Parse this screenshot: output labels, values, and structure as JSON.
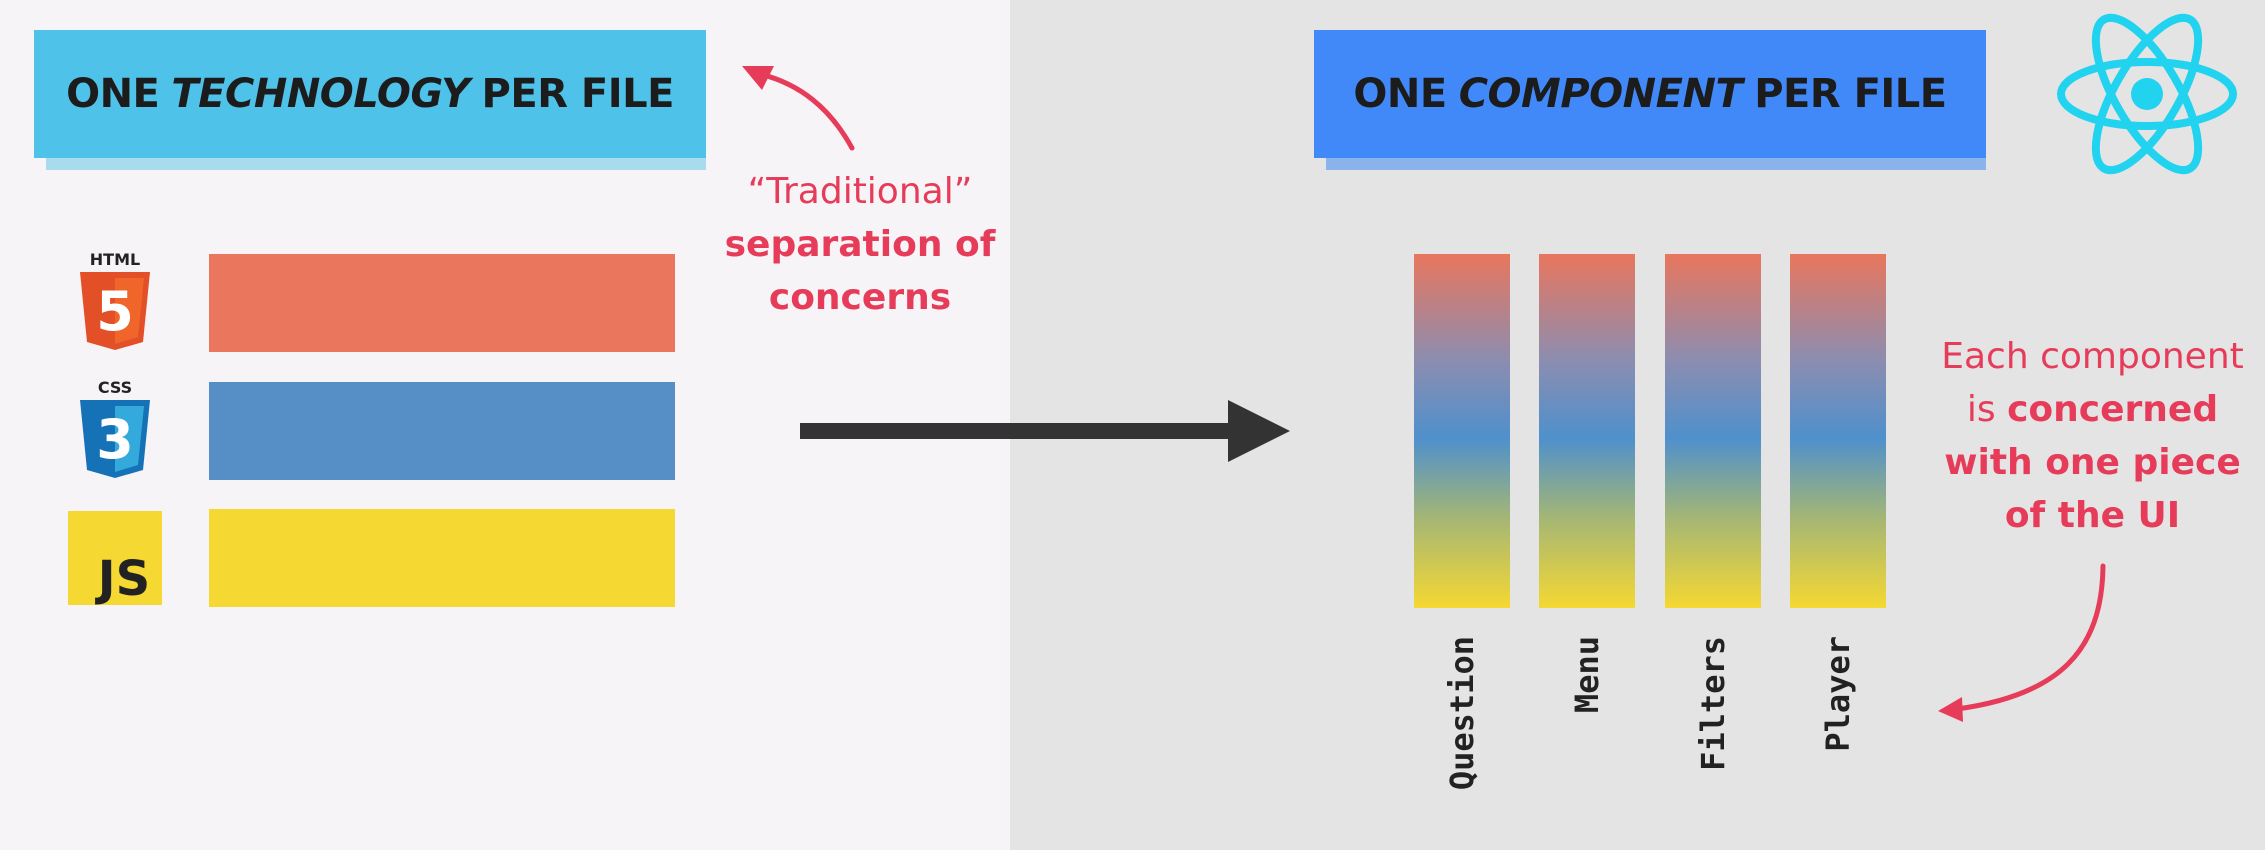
{
  "left": {
    "title_pre": "ONE",
    "title_em": "TECHNOLOGY",
    "title_post": "PER FILE",
    "icons": {
      "html_label": "HTML",
      "html_number": "5",
      "css_label": "CSS",
      "css_number": "3",
      "js_label": "JS"
    },
    "annotation_line1": "“Traditional”",
    "annotation_line2": "separation of",
    "annotation_line3": "concerns"
  },
  "right": {
    "title_pre": "ONE",
    "title_em": "COMPONENT",
    "title_post": "PER FILE",
    "components": [
      "Question",
      "Menu",
      "Filters",
      "Player"
    ],
    "annotation_plain1": "Each component",
    "annotation_plain2": "is",
    "annotation_bold1": "concerned",
    "annotation_bold2": "with one piece",
    "annotation_bold3": "of the UI"
  },
  "colors": {
    "html": "#e9765d",
    "css": "#558fc6",
    "js": "#f5d832",
    "annotation": "#e63c5a",
    "react": "#22d3f0"
  },
  "icon_names": [
    "html5-icon",
    "css3-icon",
    "javascript-icon",
    "react-logo-icon"
  ]
}
